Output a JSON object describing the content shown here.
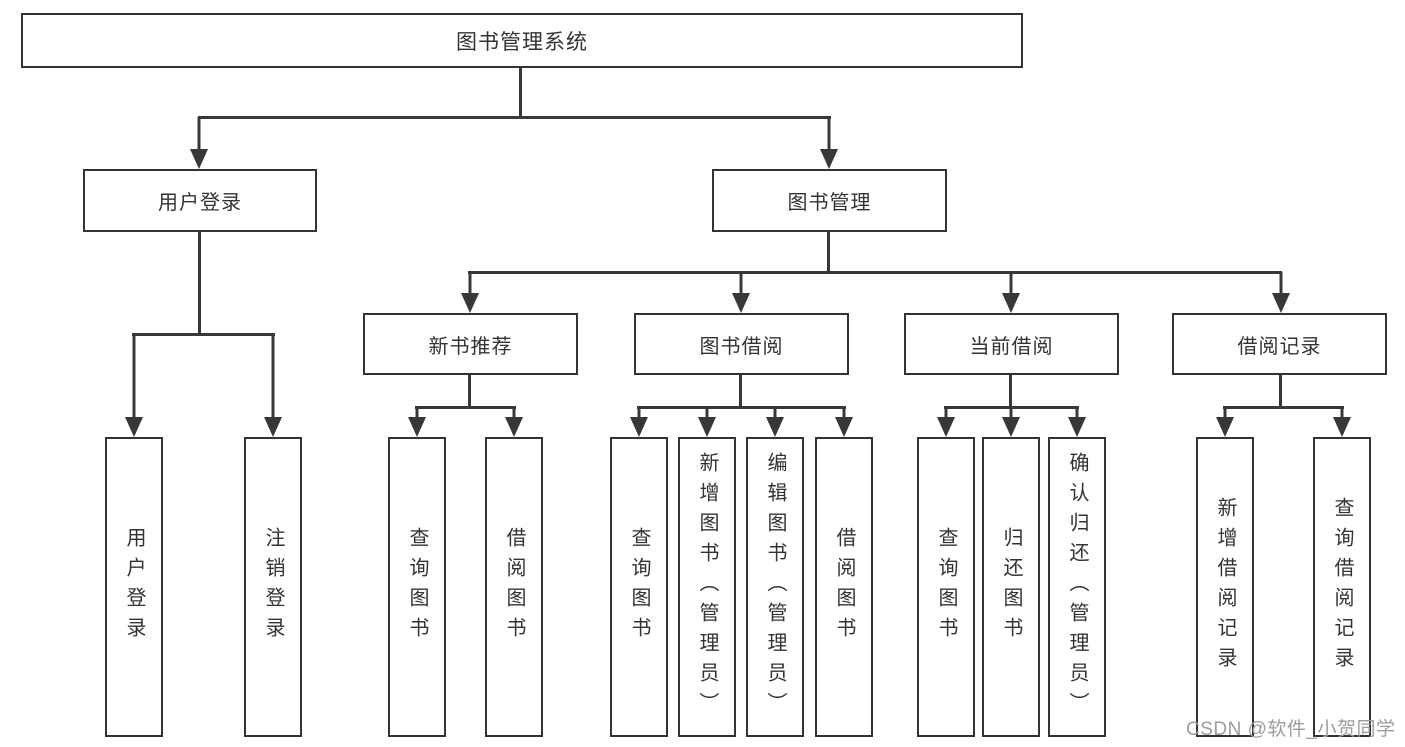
{
  "title": "图书管理系统",
  "watermark": "CSDN @软件_小贺同学",
  "colors": {
    "background": "#ffffff",
    "line": "#383838",
    "box_border": "#333333",
    "text": "#333333",
    "watermark": "#9d9d9d"
  },
  "nodes": {
    "root": {
      "label": "图书管理系统"
    },
    "login_group": {
      "label": "用户登录"
    },
    "book_mgmt": {
      "label": "图书管理"
    },
    "new_book_rec": {
      "label": "新书推荐"
    },
    "book_borrow": {
      "label": "图书借阅"
    },
    "current_borrow": {
      "label": "当前借阅"
    },
    "borrow_record": {
      "label": "借阅记录"
    },
    "user_login": {
      "label": "用户登录"
    },
    "logout_login": {
      "label": "注销登录"
    },
    "query_book_rec": {
      "label": "查询图书"
    },
    "borrow_book_rec": {
      "label": "借阅图书"
    },
    "query_book_borrow": {
      "label": "查询图书"
    },
    "add_book_admin": {
      "label": "新增图书（管理员）"
    },
    "edit_book_admin": {
      "label": "编辑图书（管理员）"
    },
    "borrow_book_borrow": {
      "label": "借阅图书"
    },
    "query_book_current": {
      "label": "查询图书"
    },
    "return_book": {
      "label": "归还图书"
    },
    "confirm_return_admin": {
      "label": "确认归还（管理员）"
    },
    "add_borrow_record": {
      "label": "新增借阅记录"
    },
    "query_borrow_record": {
      "label": "查询借阅记录"
    }
  },
  "edges": [
    {
      "from": "root",
      "to": "login_group"
    },
    {
      "from": "root",
      "to": "book_mgmt"
    },
    {
      "from": "login_group",
      "to": "user_login"
    },
    {
      "from": "login_group",
      "to": "logout_login"
    },
    {
      "from": "book_mgmt",
      "to": "new_book_rec"
    },
    {
      "from": "book_mgmt",
      "to": "book_borrow"
    },
    {
      "from": "book_mgmt",
      "to": "current_borrow"
    },
    {
      "from": "book_mgmt",
      "to": "borrow_record"
    },
    {
      "from": "new_book_rec",
      "to": "query_book_rec"
    },
    {
      "from": "new_book_rec",
      "to": "borrow_book_rec"
    },
    {
      "from": "book_borrow",
      "to": "query_book_borrow"
    },
    {
      "from": "book_borrow",
      "to": "add_book_admin"
    },
    {
      "from": "book_borrow",
      "to": "edit_book_admin"
    },
    {
      "from": "book_borrow",
      "to": "borrow_book_borrow"
    },
    {
      "from": "current_borrow",
      "to": "query_book_current"
    },
    {
      "from": "current_borrow",
      "to": "return_book"
    },
    {
      "from": "current_borrow",
      "to": "confirm_return_admin"
    },
    {
      "from": "borrow_record",
      "to": "add_borrow_record"
    },
    {
      "from": "borrow_record",
      "to": "query_borrow_record"
    }
  ]
}
